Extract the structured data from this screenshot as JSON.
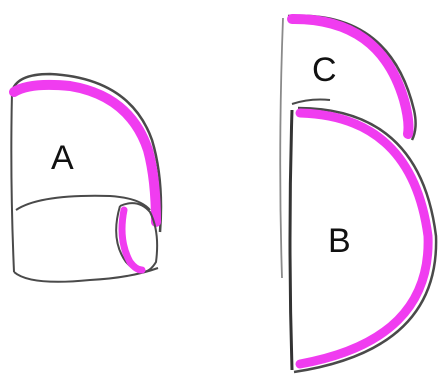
{
  "colors": {
    "outline": "#4a4a4a",
    "highlight": "#f03cf0",
    "background": "#ffffff"
  },
  "shapes": [
    {
      "id": "A",
      "label": "A",
      "description_type": "cylinder-cap"
    },
    {
      "id": "B",
      "label": "B",
      "description_type": "half-disc"
    },
    {
      "id": "C",
      "label": "C",
      "description_type": "quarter-disc"
    }
  ]
}
